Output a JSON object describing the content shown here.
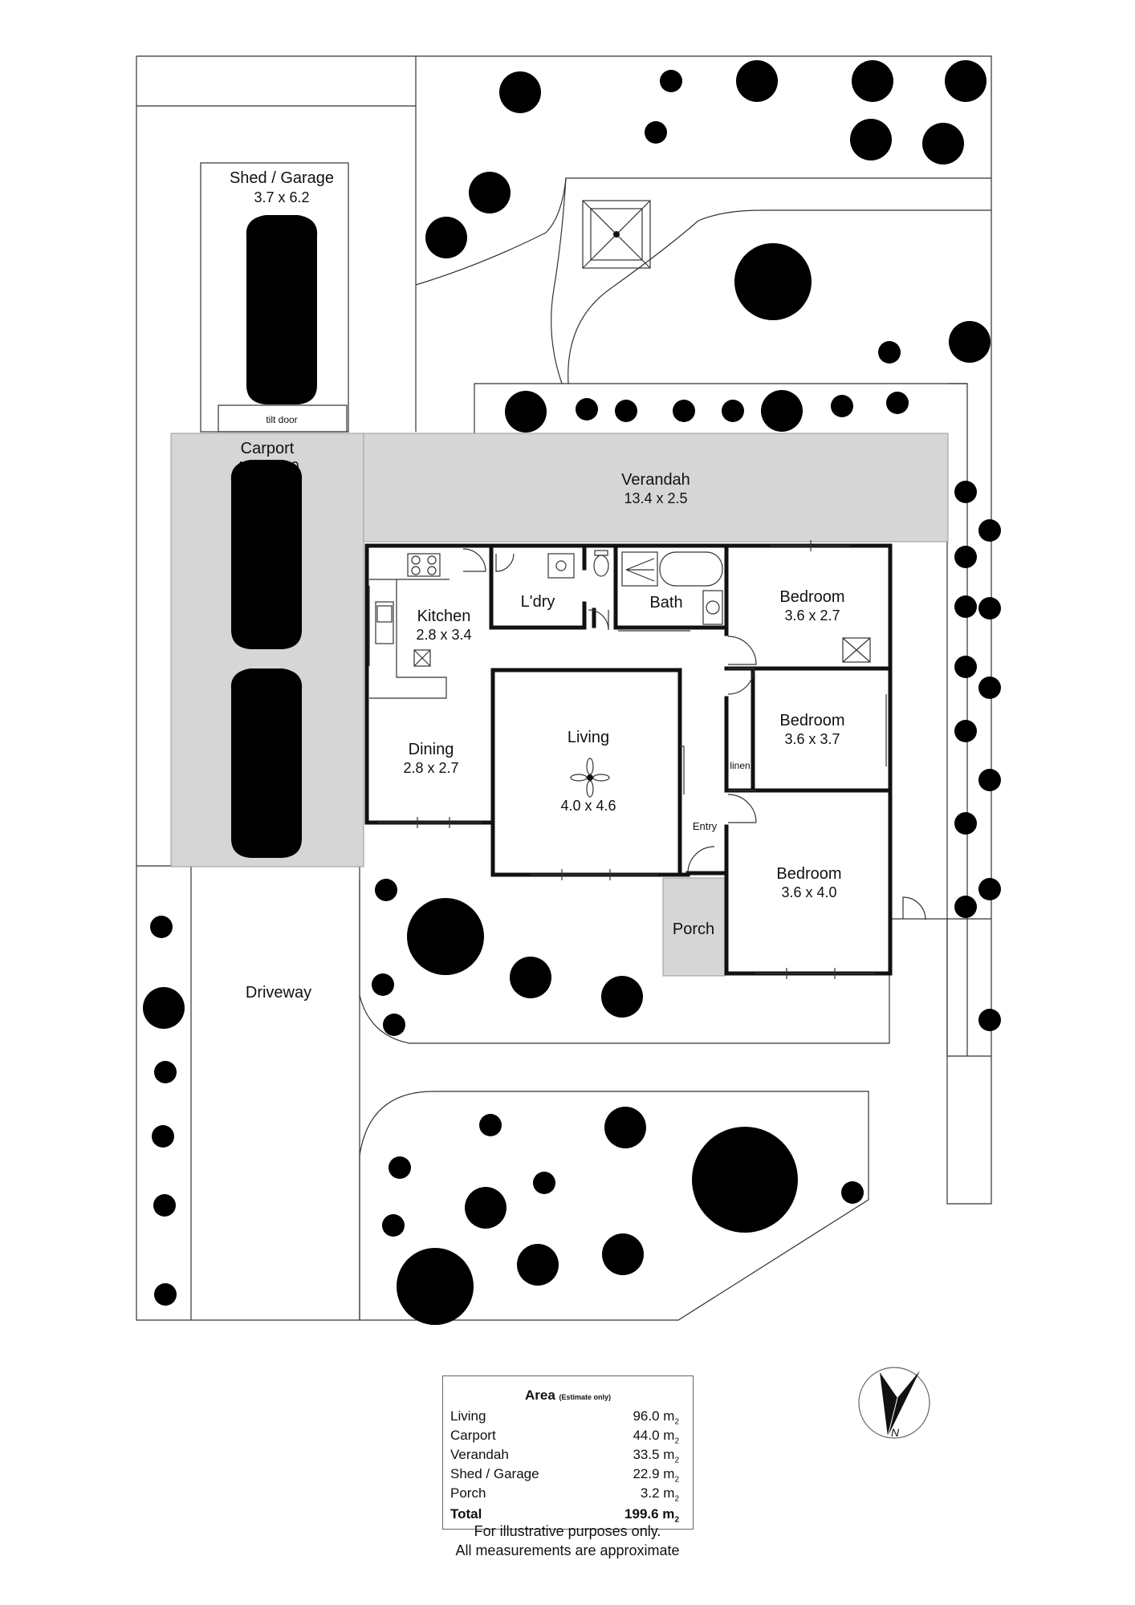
{
  "plan": {
    "rooms": {
      "shed": {
        "name": "Shed / Garage",
        "size": "3.7 x 6.2",
        "door": "tilt door"
      },
      "carport": {
        "name": "Carport",
        "size": "4.4 x 10.0"
      },
      "verandah": {
        "name": "Verandah",
        "size": "13.4 x 2.5"
      },
      "kitchen": {
        "name": "Kitchen",
        "size": "2.8 x 3.4"
      },
      "laundry": {
        "name": "L'dry"
      },
      "bath": {
        "name": "Bath"
      },
      "bedroom1": {
        "name": "Bedroom",
        "size": "3.6 x 2.7"
      },
      "bedroom2": {
        "name": "Bedroom",
        "size": "3.6 x 3.7"
      },
      "bedroom3": {
        "name": "Bedroom",
        "size": "3.6 x 4.0"
      },
      "dining": {
        "name": "Dining",
        "size": "2.8 x 2.7"
      },
      "living": {
        "name": "Living",
        "size": "4.0 x 4.6"
      },
      "linen": {
        "name": "linen"
      },
      "entry": {
        "name": "Entry"
      },
      "porch": {
        "name": "Porch"
      },
      "driveway": {
        "name": "Driveway"
      }
    }
  },
  "area": {
    "title": "Area",
    "subtitle": "(Estimate only)",
    "rows": [
      {
        "name": "Living",
        "value": "96.0 m",
        "unit_sub": "2"
      },
      {
        "name": "Carport",
        "value": "44.0 m",
        "unit_sub": "2"
      },
      {
        "name": "Verandah",
        "value": "33.5 m",
        "unit_sub": "2"
      },
      {
        "name": "Shed / Garage",
        "value": "22.9 m",
        "unit_sub": "2"
      },
      {
        "name": "Porch",
        "value": "3.2 m",
        "unit_sub": "2"
      }
    ],
    "total": {
      "name": "Total",
      "value": "199.6 m",
      "unit_sub": "2"
    }
  },
  "compass": {
    "label": "N"
  },
  "disclaimer": {
    "line1": "For illustrative purposes only.",
    "line2": "All measurements are approximate"
  }
}
